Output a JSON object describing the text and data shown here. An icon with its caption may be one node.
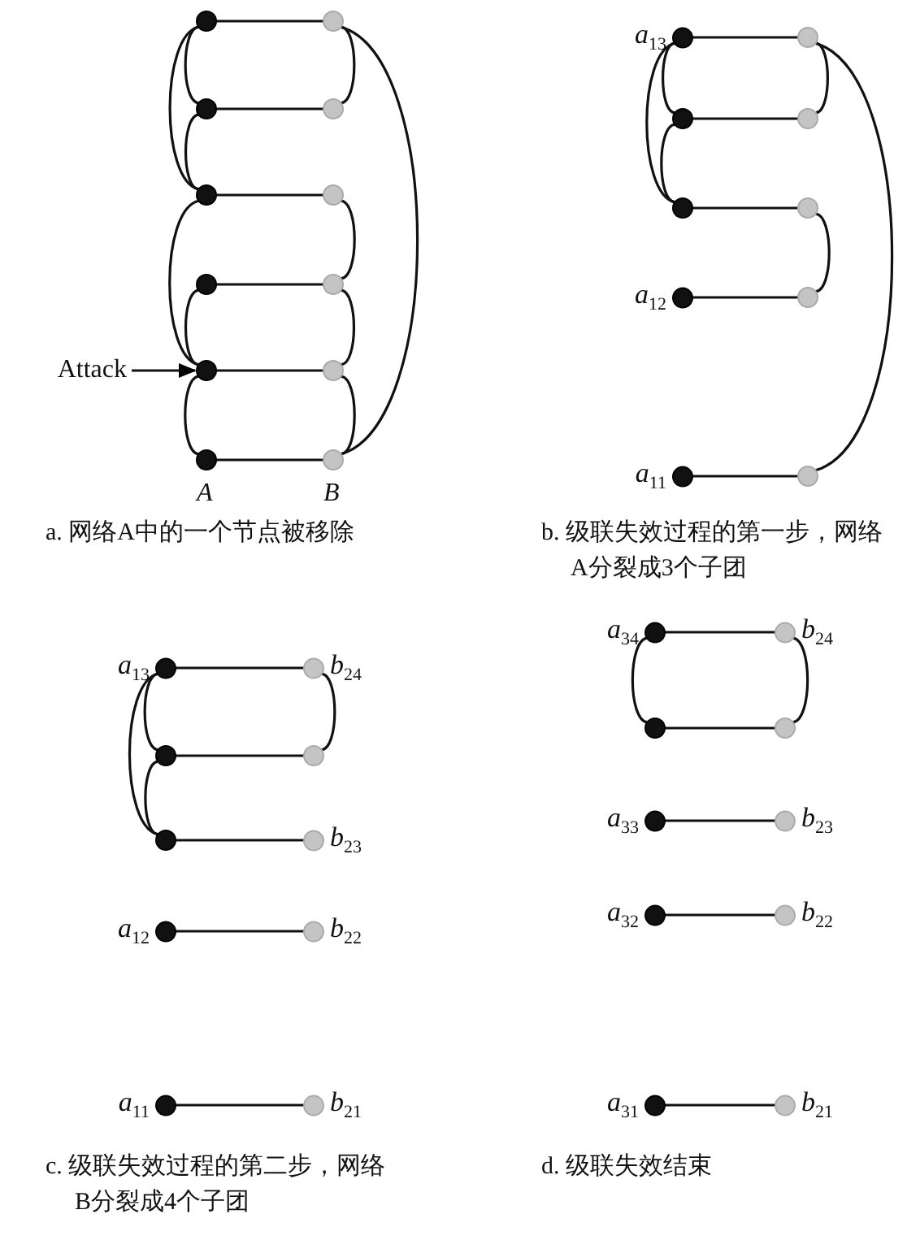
{
  "diagram": {
    "nodes": [
      {
        "text": [],
        "shape": "circle"
      },
      {
        "text": [],
        "shape": "circle"
      },
      {
        "text": [],
        "shape": "circle"
      },
      {
        "text": [],
        "shape": "circle"
      },
      {
        "text": [],
        "shape": "circle"
      },
      {
        "text": [],
        "shape": "circle"
      },
      {
        "text": [],
        "shape": "circle"
      },
      {
        "text": [],
        "shape": "circle"
      },
      {
        "text": [
          "Attack"
        ]
      },
      {
        "text": [],
        "shape": "circle"
      },
      {
        "text": [],
        "shape": "circle"
      },
      {
        "text": [],
        "shape": "circle"
      },
      {
        "text": [],
        "shape": "circle"
      },
      {
        "text": [],
        "shape": "circle",
        "beside": [
          "*a*$_{13}$"
        ]
      },
      {
        "text": [],
        "shape": "circle"
      },
      {
        "text": [],
        "shape": "circle"
      },
      {
        "text": [],
        "shape": "circle"
      },
      {
        "text": [],
        "shape": "circle"
      },
      {
        "text": [],
        "shape": "circle"
      },
      {
        "text": [],
        "shape": "circle",
        "beside": [
          "*a*$_{12}$"
        ]
      },
      {
        "text": [],
        "shape": "circle"
      },
      {
        "text": [],
        "shape": "circle",
        "beside": [
          "*a*$_{11}$"
        ]
      },
      {
        "text": [],
        "shape": "circle"
      },
      {
        "text": [],
        "shape": "circle",
        "beside": [
          "*a*$_{13}$"
        ]
      },
      {
        "text": [],
        "shape": "circle",
        "beside": [
          "*b*$_{24}$"
        ]
      },
      {
        "text": [],
        "shape": "circle"
      },
      {
        "text": [],
        "shape": "circle"
      },
      {
        "text": [],
        "shape": "circle"
      },
      {
        "text": [],
        "shape": "circle",
        "beside": [
          "*b*$_{23}$"
        ]
      },
      {
        "text": [],
        "shape": "circle",
        "beside": [
          "*a*$_{12}$"
        ]
      },
      {
        "text": [],
        "shape": "circle",
        "beside": [
          "*b*$_{22}$"
        ]
      },
      {
        "text": [],
        "shape": "circle",
        "beside": [
          "*a*$_{11}$"
        ]
      },
      {
        "text": [],
        "shape": "circle",
        "beside": [
          "*b*$_{21}$"
        ]
      },
      {
        "text": [],
        "shape": "circle",
        "beside": [
          "*a*$_{34}$"
        ]
      },
      {
        "text": [],
        "shape": "circle",
        "beside": [
          "*b*$_{24}$"
        ]
      },
      {
        "text": [],
        "shape": "circle"
      },
      {
        "text": [],
        "shape": "circle"
      },
      {
        "text": [],
        "shape": "circle",
        "beside": [
          "*a*$_{33}$"
        ]
      },
      {
        "text": [],
        "shape": "circle",
        "beside": [
          "*b*$_{23}$"
        ]
      },
      {
        "text": [],
        "shape": "circle",
        "beside": [
          "*a*$_{32}$"
        ]
      },
      {
        "text": [],
        "shape": "circle",
        "beside": [
          "*b*$_{22}$"
        ]
      },
      {
        "text": [],
        "shape": "circle",
        "beside": [
          "*a*$_{31}$"
        ]
      },
      {
        "text": [],
        "shape": "circle",
        "beside": [
          "*b*$_{21}$"
        ]
      }
    ],
    "edges": [
      {
        "from": 0,
        "to": 1,
        "arrow": "none"
      },
      {
        "from": 2,
        "to": 3,
        "arrow": "none"
      },
      {
        "from": 4,
        "to": 5,
        "arrow": "none"
      },
      {
        "from": 6,
        "to": 7,
        "arrow": "none"
      },
      {
        "from": 9,
        "to": 10,
        "arrow": "none"
      },
      {
        "from": 11,
        "to": 12,
        "arrow": "none"
      },
      {
        "from": 0,
        "to": 2,
        "arrow": "none"
      },
      {
        "from": 0,
        "to": 4,
        "arrow": "none"
      },
      {
        "from": 2,
        "to": 4,
        "arrow": "none"
      },
      {
        "from": 4,
        "to": 9,
        "arrow": "none"
      },
      {
        "from": 6,
        "to": 9,
        "arrow": "none"
      },
      {
        "from": 9,
        "to": 11,
        "arrow": "none"
      },
      {
        "from": 1,
        "to": 3,
        "arrow": "none"
      },
      {
        "from": 1,
        "to": 12,
        "arrow": "none"
      },
      {
        "from": 5,
        "to": 7,
        "arrow": "none"
      },
      {
        "from": 7,
        "to": 10,
        "arrow": "none"
      },
      {
        "from": 10,
        "to": 12,
        "arrow": "none"
      },
      {
        "from": 8,
        "to": 9,
        "arrow": "to"
      },
      {
        "from": 13,
        "to": 14,
        "arrow": "none"
      },
      {
        "from": 15,
        "to": 16,
        "arrow": "none"
      },
      {
        "from": 17,
        "to": 18,
        "arrow": "none"
      },
      {
        "from": 19,
        "to": 20,
        "arrow": "none"
      },
      {
        "from": 21,
        "to": 22,
        "arrow": "none"
      },
      {
        "from": 13,
        "to": 15,
        "arrow": "none"
      },
      {
        "from": 13,
        "to": 17,
        "arrow": "none"
      },
      {
        "from": 15,
        "to": 17,
        "arrow": "none"
      },
      {
        "from": 14,
        "to": 16,
        "arrow": "none"
      },
      {
        "from": 18,
        "to": 20,
        "arrow": "none"
      },
      {
        "from": 14,
        "to": 22,
        "arrow": "none"
      },
      {
        "from": 23,
        "to": 24,
        "arrow": "none"
      },
      {
        "from": 25,
        "to": 26,
        "arrow": "none"
      },
      {
        "from": 27,
        "to": 28,
        "arrow": "none"
      },
      {
        "from": 29,
        "to": 30,
        "arrow": "none"
      },
      {
        "from": 31,
        "to": 32,
        "arrow": "none"
      },
      {
        "from": 23,
        "to": 25,
        "arrow": "none"
      },
      {
        "from": 23,
        "to": 27,
        "arrow": "none"
      },
      {
        "from": 25,
        "to": 27,
        "arrow": "none"
      },
      {
        "from": 24,
        "to": 26,
        "arrow": "none"
      },
      {
        "from": 33,
        "to": 34,
        "arrow": "none"
      },
      {
        "from": 35,
        "to": 36,
        "arrow": "none"
      },
      {
        "from": 37,
        "to": 38,
        "arrow": "none"
      },
      {
        "from": 39,
        "to": 40,
        "arrow": "none"
      },
      {
        "from": 41,
        "to": 42,
        "arrow": "none"
      },
      {
        "from": 33,
        "to": 35,
        "arrow": "none"
      },
      {
        "from": 34,
        "to": 36,
        "arrow": "none"
      }
    ],
    "labels": [
      "A",
      "B",
      "a. 网络A中的一个节点被移除",
      "b. 级联失效过程的第一步，网络A分裂成3个子团",
      "c. 级联失效过程的第二步，网络B分裂成4个子团",
      "d. 级联失效结束"
    ]
  }
}
